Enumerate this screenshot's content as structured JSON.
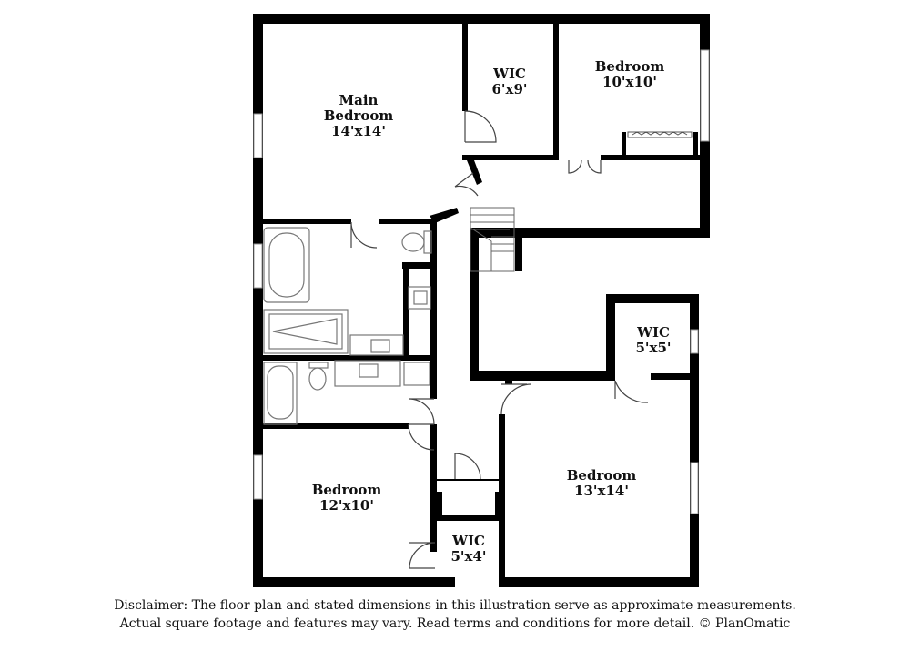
{
  "rooms": {
    "main_bedroom": {
      "name_line1": "Main",
      "name_line2": "Bedroom",
      "size": "14'x14'"
    },
    "wic_top": {
      "name": "WIC",
      "size": "6'x9'"
    },
    "bedroom_top_right": {
      "name": "Bedroom",
      "size": "10'x10'"
    },
    "wic_right": {
      "name": "WIC",
      "size": "5'x5'"
    },
    "bedroom_bottom_right": {
      "name": "Bedroom",
      "size": "13'x14'"
    },
    "bedroom_bottom_left": {
      "name": "Bedroom",
      "size": "12'x10'"
    },
    "wic_bottom": {
      "name": "WIC",
      "size": "5'x4'"
    }
  },
  "disclaimer": {
    "line1": "Disclaimer: The floor plan and stated dimensions in this illustration serve as approximate measurements.",
    "line2": "Actual square footage and features may vary. Read terms and conditions for more detail. © PlanOmatic"
  },
  "colors": {
    "wall": "#000000",
    "fixture": "#888888",
    "background": "#ffffff"
  }
}
